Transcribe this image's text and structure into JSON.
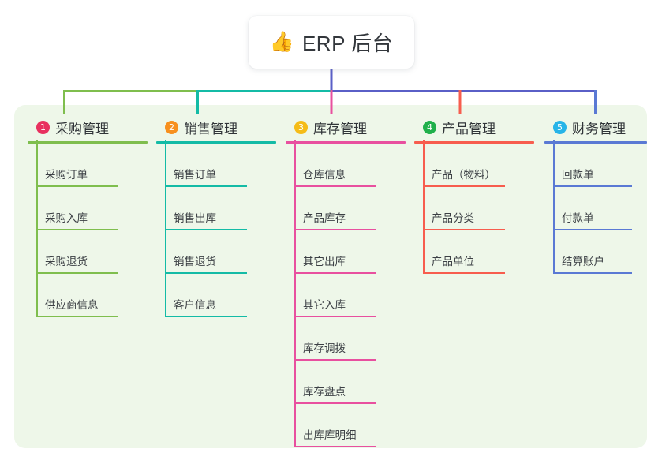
{
  "diagram": {
    "type": "mind-map",
    "root": {
      "emoji": "👍",
      "emoji_name": "thumbs-up-emoji",
      "title": "ERP 后台"
    },
    "palette": {
      "panel_background": "#eef7e9",
      "card_background": "#ffffff",
      "text": "#33373c",
      "root_connector": "#5a5fc7"
    },
    "branches": [
      {
        "index": "1",
        "title": "采购管理",
        "color": "#7fbe4e",
        "badge_color": "#e8315f",
        "items": [
          "采购订单",
          "采购入库",
          "采购退货",
          "供应商信息"
        ]
      },
      {
        "index": "2",
        "title": "销售管理",
        "color": "#14bba6",
        "badge_color": "#f7901e",
        "items": [
          "销售订单",
          "销售出库",
          "销售退货",
          "客户信息"
        ]
      },
      {
        "index": "3",
        "title": "库存管理",
        "color": "#e8509f",
        "badge_color": "#f5bc18",
        "items": [
          "仓库信息",
          "产品库存",
          "其它出库",
          "其它入库",
          "库存调拨",
          "库存盘点",
          "出库库明细"
        ]
      },
      {
        "index": "4",
        "title": "产品管理",
        "color": "#f75d4e",
        "badge_color": "#20b04b",
        "items": [
          "产品（物料）",
          "产品分类",
          "产品单位"
        ]
      },
      {
        "index": "5",
        "title": "财务管理",
        "color": "#5a79d4",
        "badge_color": "#27b4e8",
        "items": [
          "回款单",
          "付款单",
          "结算账户"
        ]
      }
    ]
  }
}
